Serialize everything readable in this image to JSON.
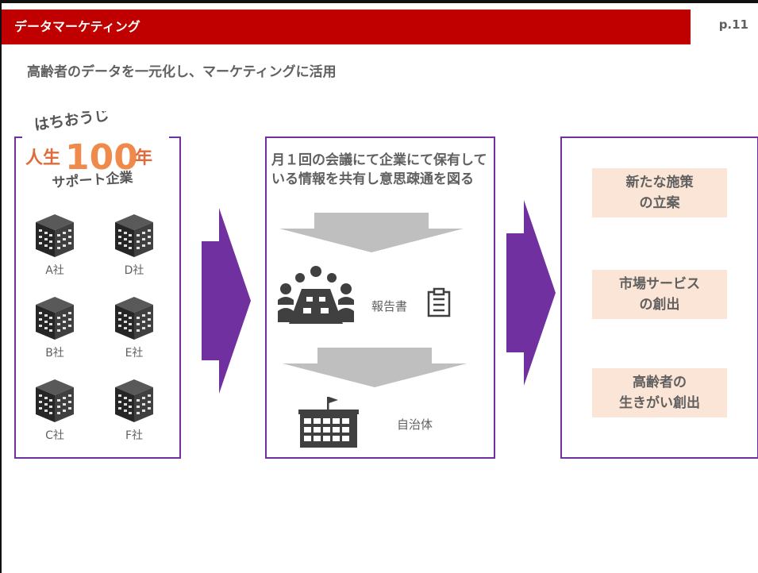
{
  "header": {
    "title": "データマーケティング",
    "page": "p.11"
  },
  "subtitle": "高齢者のデータを一元化し、マーケティングに活用",
  "logo": {
    "line1": "はちおうじ",
    "line2_a": "人生",
    "line2_num": "100",
    "line2_b": "年",
    "line3": "サポート企業"
  },
  "companies": [
    "A社",
    "D社",
    "B社",
    "E社",
    "C社",
    "F社"
  ],
  "meeting": {
    "text": "月１回の会議にて企業にて保有している情報を共有し意思疎通を図る",
    "report_label": "報告書",
    "gov_label": "自治体"
  },
  "outcomes": [
    "新たな施策\nの立案",
    "市場サービス\nの創出",
    "高齢者の\n生きがい創出"
  ],
  "colors": {
    "title_bg": "#c00000",
    "panel_border": "#7030a0",
    "arrow": "#7030a0",
    "gray_arrow": "#bfbfbf",
    "outcome_bg": "#fbe5d6",
    "icon": "#404040"
  },
  "icons": [
    "building-icon",
    "meeting-table-icon",
    "report-document-icon",
    "city-hall-icon"
  ]
}
